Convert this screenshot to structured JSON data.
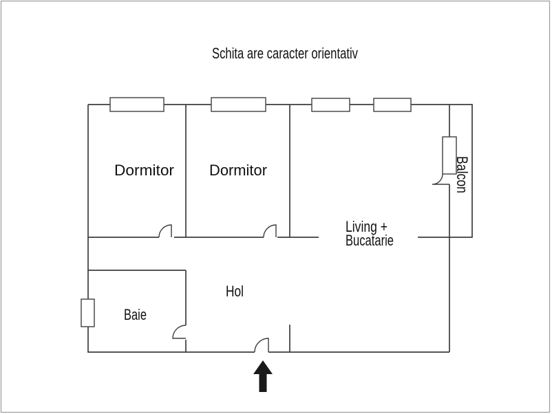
{
  "title": "Schita are caracter orientativ",
  "labels": {
    "dormitor_1": "Dormitor",
    "dormitor_2": "Dormitor",
    "living_line1": "Living +",
    "living_line2": "Bucatarie",
    "hol": "Hol",
    "baie": "Baie",
    "balcon": "Balcon"
  },
  "colors": {
    "background": "#ffffff",
    "walls": "#3c3c3c",
    "text": "#111111",
    "entrance_arrow": "#1a1a1a",
    "page_border": "#9b9b9b"
  }
}
